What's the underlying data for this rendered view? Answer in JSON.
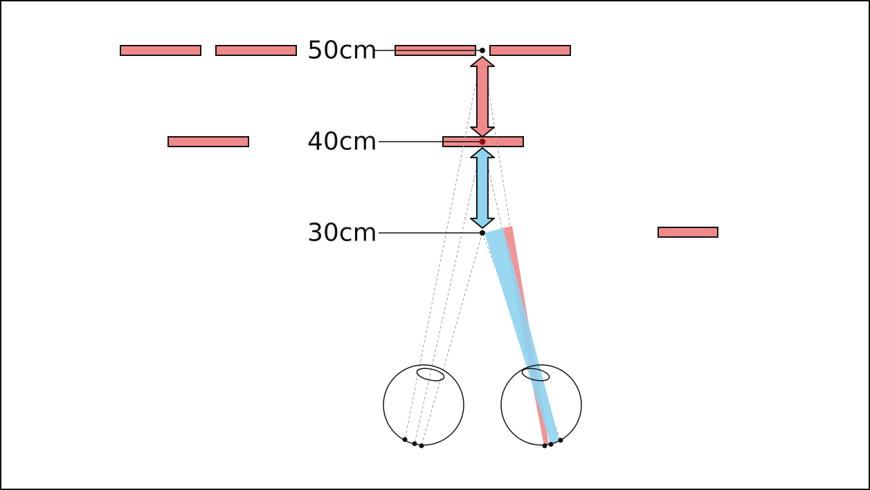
{
  "labels": {
    "d50": "50cm",
    "d40": "40cm",
    "d30": "30cm"
  },
  "colors": {
    "panel": "#f08a8a",
    "arrow_red": "#f08a8a",
    "arrow_blue": "#8fd3f0",
    "ray": "#9a9a9a",
    "outline": "#111111",
    "background": "#ffffff"
  }
}
